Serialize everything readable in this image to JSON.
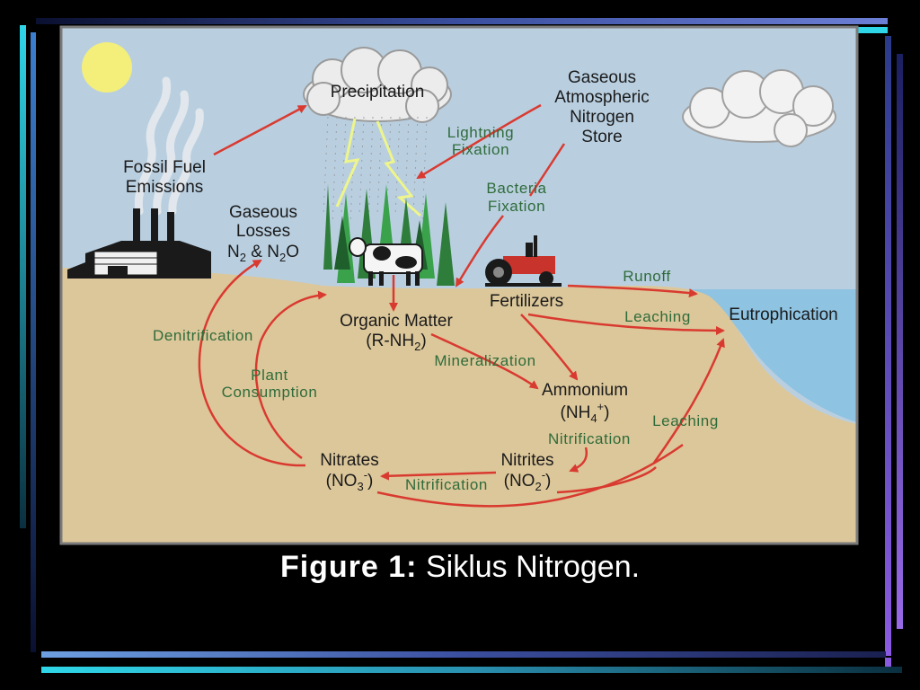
{
  "diagram": {
    "labels": {
      "precipitation": "Precipitation",
      "gaseous_store_1": "Gaseous",
      "gaseous_store_2": "Atmospheric",
      "gaseous_store_3": "Nitrogen",
      "gaseous_store_4": "Store",
      "lightning_1": "Lightning",
      "lightning_2": "Fixation",
      "fossil_1": "Fossil Fuel",
      "fossil_2": "Emissions",
      "gaseous_losses_1": "Gaseous",
      "gaseous_losses_2": "Losses",
      "gaseous_losses_n2": "N",
      "gaseous_losses_n2_sub": "2",
      "gaseous_losses_and": " & N",
      "gaseous_losses_n2o_sub": "2",
      "gaseous_losses_o": "O",
      "bacteria_1": "Bacteria",
      "bacteria_2": "Fixation",
      "runoff": "Runoff",
      "fertilizers": "Fertilizers",
      "leaching_top": "Leaching",
      "eutrophication": "Eutrophication",
      "organic_matter": "Organic Matter",
      "rnh2_a": "(R-NH",
      "rnh2_sub": "2",
      "rnh2_b": ")",
      "denitrification": "Denitrification",
      "mineralization": "Mineralization",
      "plant_1": "Plant",
      "plant_2": "Consumption",
      "ammonium": "Ammonium",
      "nh4_a": "(NH",
      "nh4_sub": "4",
      "nh4_sup": "+",
      "nh4_b": ")",
      "nitrification_1": "Nitrification",
      "leaching_right": "Leaching",
      "nitrites": "Nitrites",
      "no2_a": "(NO",
      "no2_sub": "2",
      "no2_sup": "-",
      "no2_b": ")",
      "nitrates": "Nitrates",
      "no3_a": "(NO",
      "no3_sub": "3",
      "no3_sup": "-",
      "no3_b": ")",
      "nitrification_2": "Nitrification"
    }
  },
  "caption": {
    "prefix": "Figure 1:",
    "text": " Siklus Nitrogen."
  },
  "colors": {
    "sky": "#b9cfe0",
    "soil": "#dcc79a",
    "water": "#8ec3e2",
    "arrow": "#d93a30",
    "process_text": "#2f6b3a",
    "sun": "#f3ef7a"
  }
}
